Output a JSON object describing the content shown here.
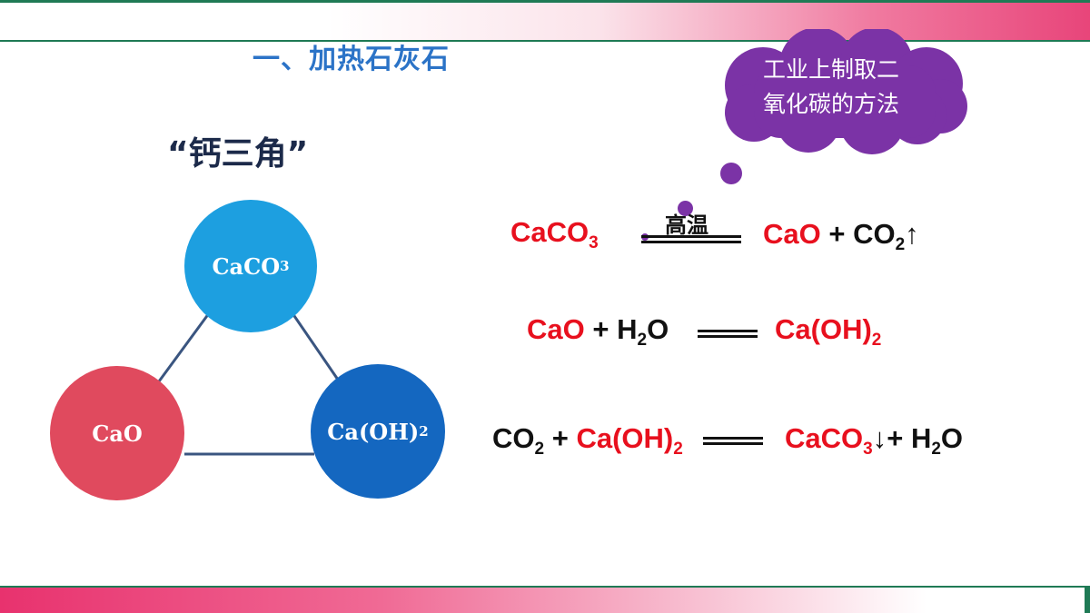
{
  "section": {
    "title": "一、加热石灰石"
  },
  "triangle": {
    "title": "“钙三角”",
    "nodes": {
      "caco3": {
        "base": "CaCO",
        "sub": "3",
        "color": "#1d9fe0"
      },
      "cao": {
        "label": "CaO",
        "color": "#e04a5e"
      },
      "caoh": {
        "base": "Ca(OH)",
        "sub": "2",
        "color": "#1467c0"
      }
    }
  },
  "callout": {
    "line1": "工业上制取二",
    "line2": "氧化碳的方法",
    "color": "#7b33a6"
  },
  "equations": {
    "eq1": {
      "reactant": {
        "base": "CaCO",
        "sub": "3"
      },
      "condition": "高温",
      "product1": "CaO",
      "plus": "+",
      "product2": {
        "base": "CO",
        "sub": "2",
        "arrow": "↑"
      }
    },
    "eq2": {
      "reactant1": "CaO",
      "plus": "+",
      "reactant2": {
        "base": "H",
        "sub": "2",
        "rest": "O"
      },
      "product": {
        "base": "Ca(OH)",
        "sub": "2"
      }
    },
    "eq3": {
      "reactant1": {
        "base": "CO",
        "sub": "2"
      },
      "plus1": "+",
      "reactant2": {
        "base": "Ca(OH)",
        "sub": "2"
      },
      "product1": {
        "base": "CaCO",
        "sub": "3",
        "arrow": "↓"
      },
      "plus2": "+",
      "product2": {
        "base": "H",
        "sub": "2",
        "rest": "O"
      }
    }
  },
  "colors": {
    "accent_red": "#e8101e",
    "title_blue": "#2b73c7",
    "band_green": "#1f7a55"
  }
}
